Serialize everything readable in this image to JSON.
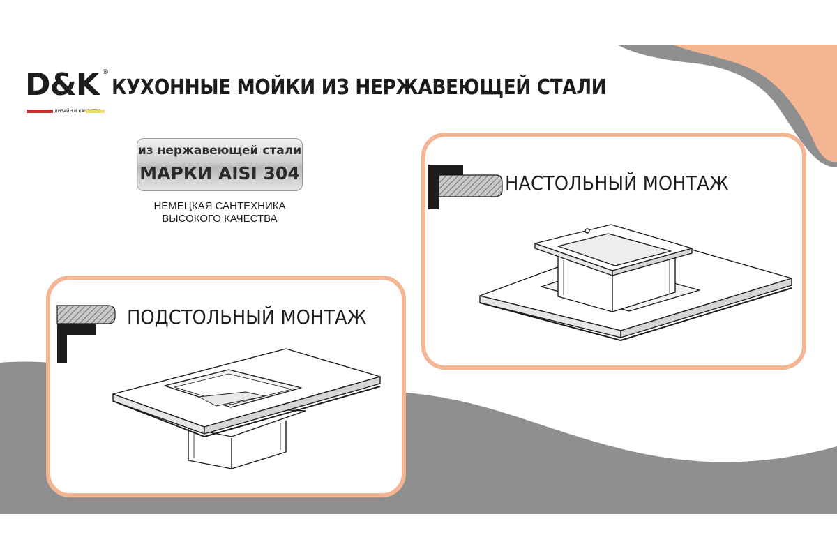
{
  "brand": {
    "logo_text": "D&K",
    "registered": "®",
    "tagline": "ДИЗАЙН И КАЧЕСТВО"
  },
  "headline": "КУХОННЫЕ МОЙКИ ИЗ НЕРЖАВЕЮЩЕЙ СТАЛИ",
  "badge": {
    "line1": "из нержавеющей стали",
    "line2": "МАРКИ AISI 304"
  },
  "quality": {
    "line1": "НЕМЕЦКАЯ САНТЕХНИКА",
    "line2": "ВЫСОКОГО КАЧЕСТВА"
  },
  "mounting": {
    "top": {
      "label": "НАСТОЛЬНЫЙ МОНТАЖ"
    },
    "under": {
      "label": "ПОДСТОЛЬНЫЙ МОНТАЖ"
    }
  },
  "colors": {
    "accent_peach": "#f3b592",
    "gray": "#8f8f8f",
    "dark": "#1d1d1b",
    "logo_red": "#c8332f",
    "logo_yellow": "#e9df6b"
  }
}
